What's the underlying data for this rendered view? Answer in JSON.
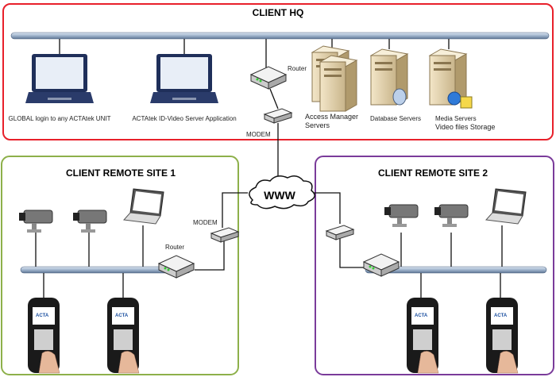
{
  "hq": {
    "title": "CLIENT HQ",
    "laptop1_label": "GLOBAL login to any ACTAtek UNIT",
    "laptop2_label": "ACTAtek ID-Video Server Application",
    "router_label": "Router",
    "modem_label": "MODEM",
    "access_manager_label_1": "Access Manager",
    "access_manager_label_2": "Servers",
    "database_label": "Database Servers",
    "media_label_1": "Media Servers",
    "media_label_2": "Video files Storage",
    "border_color": "#e8202a"
  },
  "internet": {
    "label": "WWW"
  },
  "site1": {
    "title": "CLIENT REMOTE SITE 1",
    "router_label": "Router",
    "modem_label": "MODEM",
    "border_color": "#8db04a"
  },
  "site2": {
    "title": "CLIENT REMOTE SITE 2",
    "border_color": "#7a3b9a"
  },
  "device_brand": "ACTA"
}
